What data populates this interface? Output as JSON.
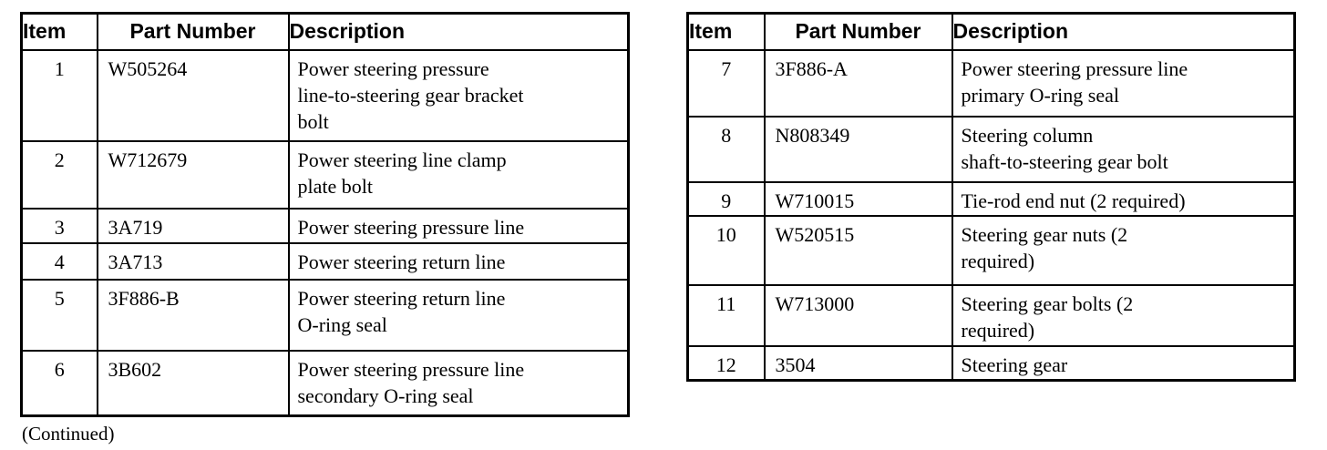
{
  "page": {
    "background_color": "#ffffff",
    "text_color": "#000000",
    "border_color": "#000000",
    "continued_note": "(Continued)"
  },
  "tables": [
    {
      "name": "parts-table-items-1-6",
      "headers": [
        "Item",
        "Part Number",
        "Description"
      ],
      "rows": [
        {
          "item": "1",
          "part": "W505264",
          "desc": "Power steering pressure\nline-to-steering gear bracket\nbolt"
        },
        {
          "item": "2",
          "part": "W712679",
          "desc": "Power steering line clamp\nplate bolt"
        },
        {
          "item": "3",
          "part": "3A719",
          "desc": "Power steering pressure line"
        },
        {
          "item": "4",
          "part": "3A713",
          "desc": "Power steering return line"
        },
        {
          "item": "5",
          "part": "3F886-B",
          "desc": "Power steering return line\nO-ring seal"
        },
        {
          "item": "6",
          "part": "3B602",
          "desc": "Power steering pressure line\nsecondary O-ring seal"
        }
      ]
    },
    {
      "name": "parts-table-items-7-12",
      "headers": [
        "Item",
        "Part Number",
        "Description"
      ],
      "rows": [
        {
          "item": "7",
          "part": "3F886-A",
          "desc": "Power steering pressure line\nprimary O-ring seal"
        },
        {
          "item": "8",
          "part": "N808349",
          "desc": "Steering column\nshaft-to-steering gear bolt"
        },
        {
          "item": "9",
          "part": "W710015",
          "desc": "Tie-rod end nut (2 required)"
        },
        {
          "item": "10",
          "part": "W520515",
          "desc": "Steering gear nuts (2\nrequired)"
        },
        {
          "item": "11",
          "part": "W713000",
          "desc": "Steering gear bolts (2\nrequired)"
        },
        {
          "item": "12",
          "part": "3504",
          "desc": "Steering gear"
        }
      ]
    }
  ]
}
